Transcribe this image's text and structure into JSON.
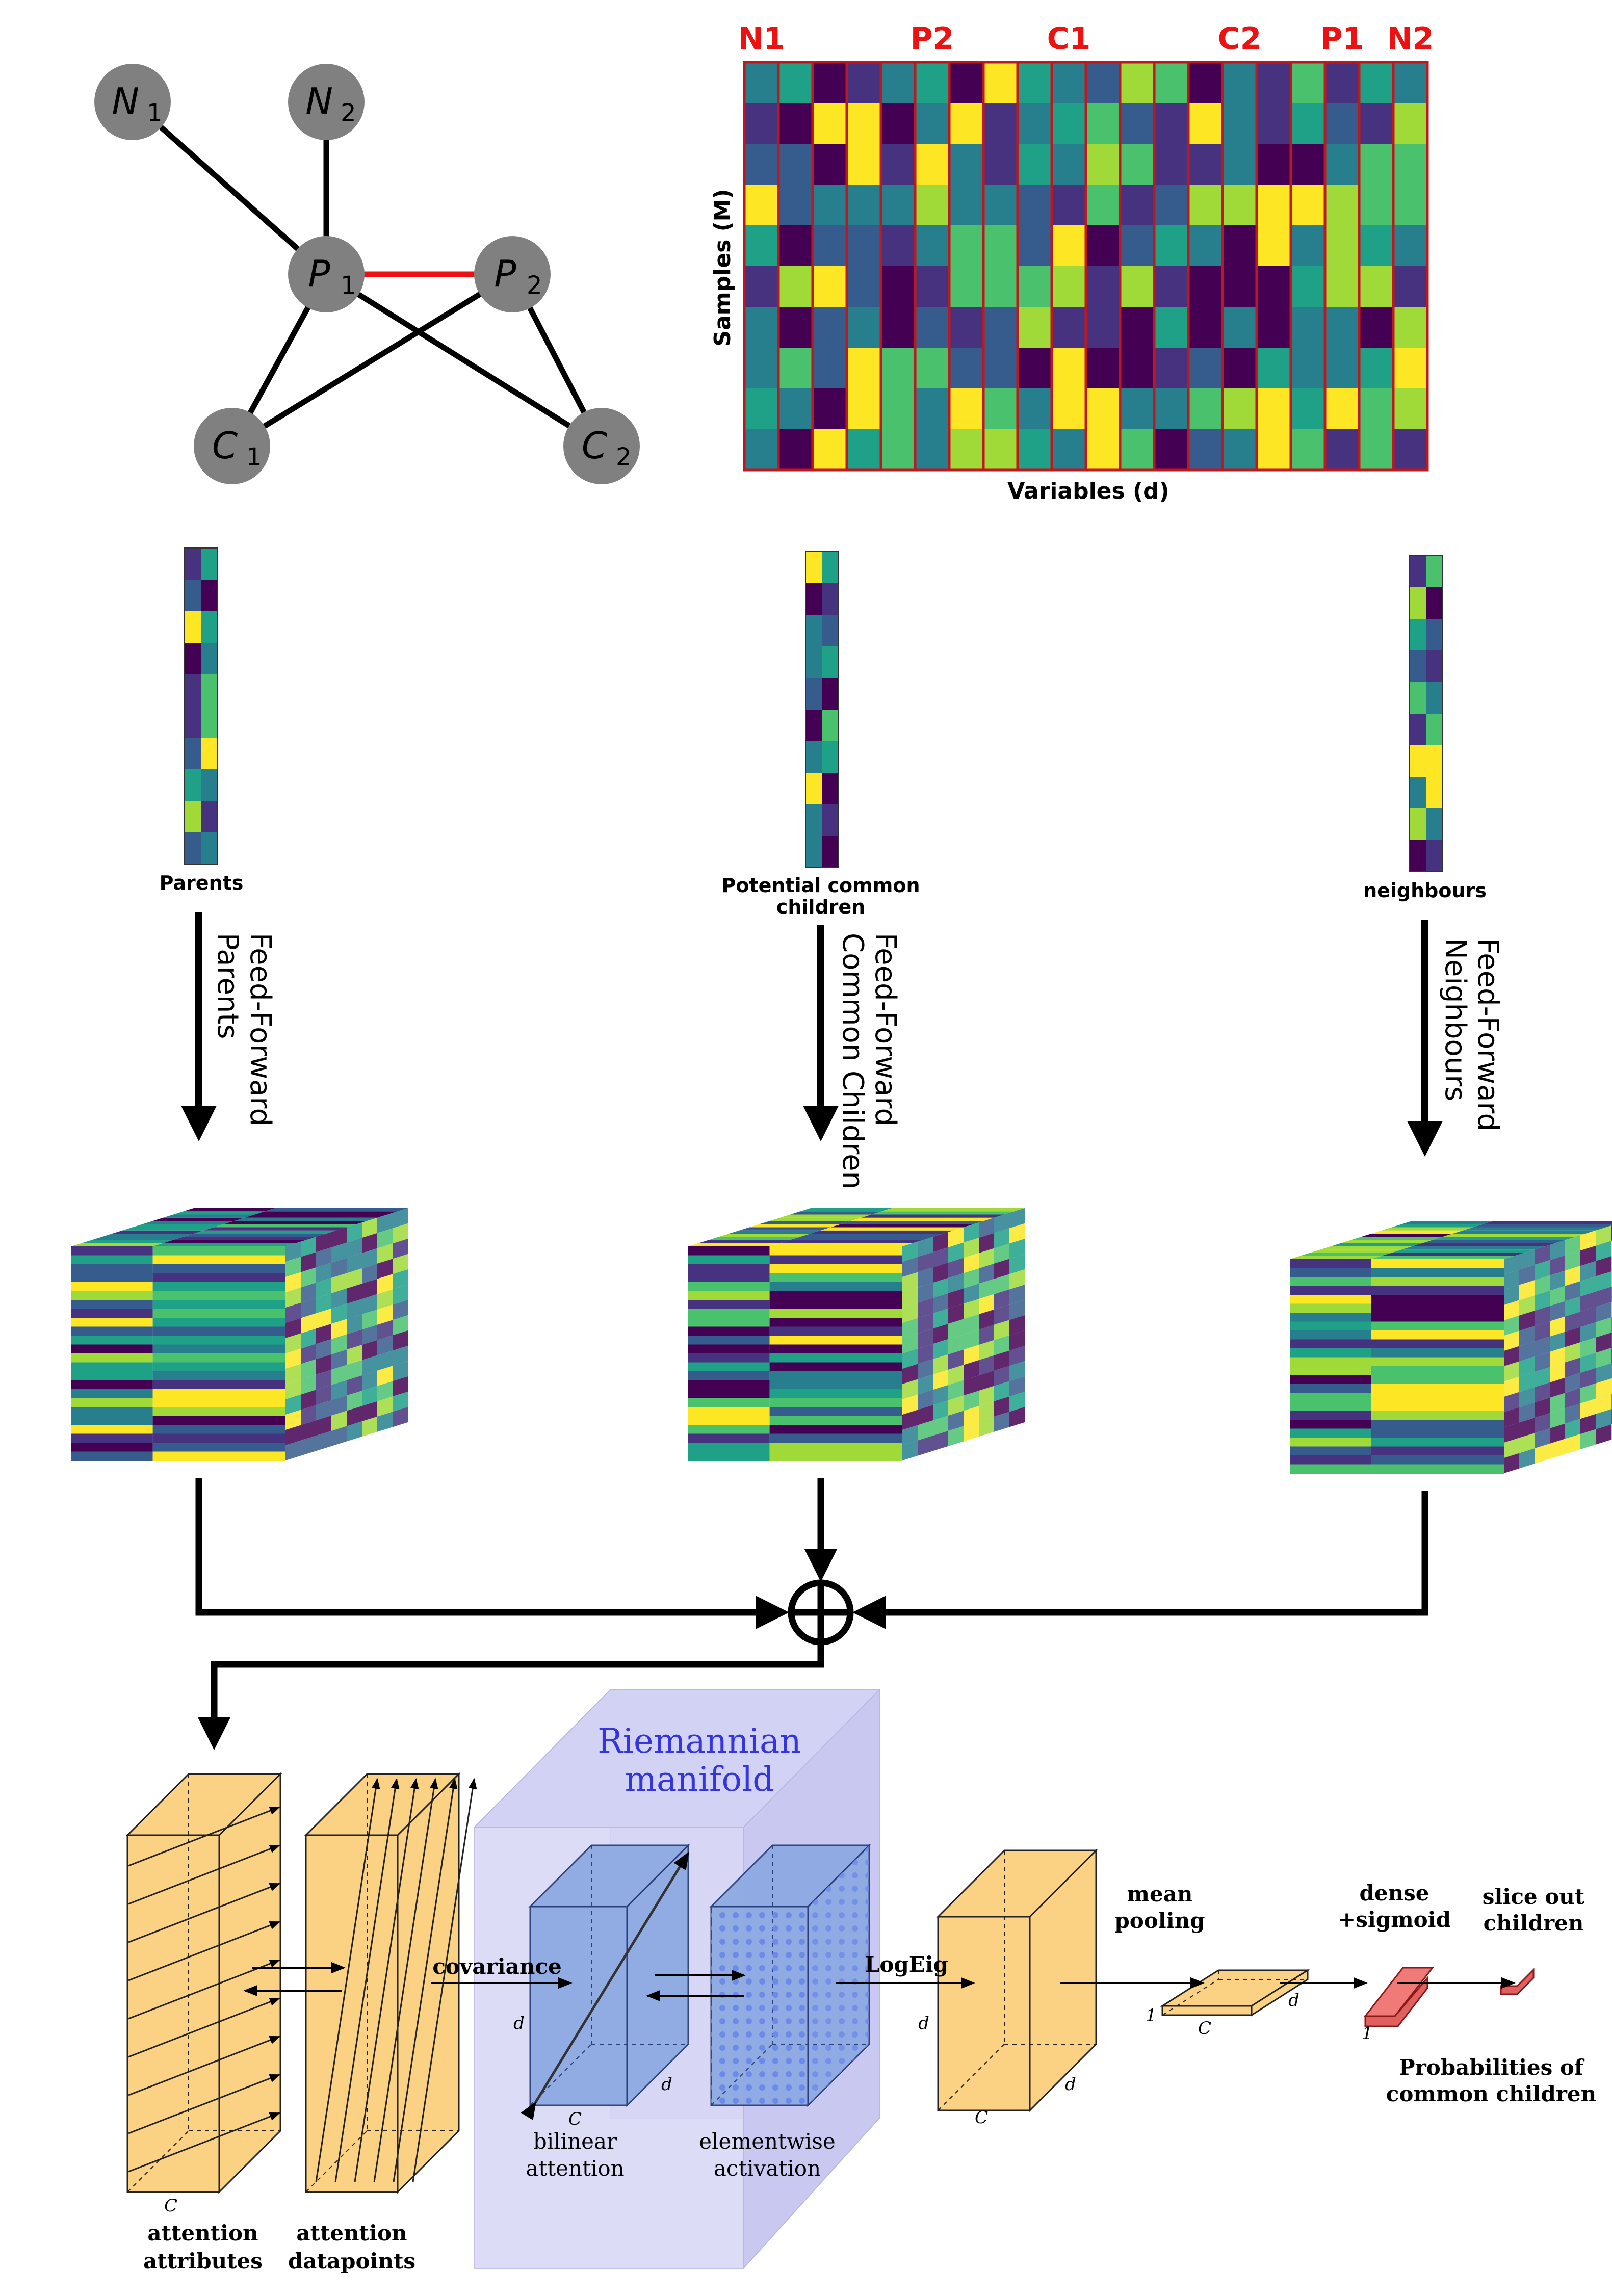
{
  "graph": {
    "nodes": [
      {
        "id": "N1",
        "letter": "N",
        "sub": "1"
      },
      {
        "id": "N2",
        "letter": "N",
        "sub": "2"
      },
      {
        "id": "P1",
        "letter": "P",
        "sub": "1"
      },
      {
        "id": "P2",
        "letter": "P",
        "sub": "2"
      },
      {
        "id": "C1",
        "letter": "C",
        "sub": "1"
      },
      {
        "id": "C2",
        "letter": "C",
        "sub": "2"
      }
    ],
    "edges": [
      {
        "from": "N1",
        "to": "P1",
        "color": "#000000"
      },
      {
        "from": "N2",
        "to": "P1",
        "color": "#000000"
      },
      {
        "from": "P1",
        "to": "P2",
        "color": "#ee1111"
      },
      {
        "from": "P1",
        "to": "C1",
        "color": "#000000"
      },
      {
        "from": "P1",
        "to": "C2",
        "color": "#000000"
      },
      {
        "from": "P2",
        "to": "C1",
        "color": "#000000"
      },
      {
        "from": "P2",
        "to": "C2",
        "color": "#000000"
      }
    ]
  },
  "matrix": {
    "column_labels": [
      "N1",
      "P2",
      "C1",
      "C2",
      "P1",
      "N2"
    ],
    "xlabel": "Variables (d)",
    "ylabel": "Samples (M)"
  },
  "strips": {
    "parents": "Parents",
    "children_line1": "Potential common",
    "children_line2": "children",
    "neighbours": "neighbours"
  },
  "feed_forward": {
    "parents_line1": "Feed-Forward",
    "parents_line2": "Parents",
    "children_line1": "Feed-Forward",
    "children_line2": "Common Children",
    "neighbours_line1": "Feed-Forward",
    "neighbours_line2": "Neighbours"
  },
  "pipeline": {
    "manifold_line1": "Riemannian",
    "manifold_line2": "manifold",
    "covariance": "covariance",
    "logeig": "LogEig",
    "mean_pooling_line1": "mean",
    "mean_pooling_line2": "pooling",
    "dense_line1": "dense",
    "dense_line2": "+sigmoid",
    "slice_line1": "slice out",
    "slice_line2": "children",
    "prob_line1": "Probabilities of",
    "prob_line2": "common children",
    "attn_attr_line1": "attention",
    "attn_attr_line2": "attributes",
    "attn_dp_line1": "attention",
    "attn_dp_line2": "datapoints",
    "bilinear_line1": "bilinear",
    "bilinear_line2": "attention",
    "elementwise_line1": "elementwise",
    "elementwise_line2": "activation",
    "sym_C": "C",
    "sym_d": "d",
    "sym_1": "1"
  },
  "colors": {
    "node_fill": "#808080",
    "highlight_edge": "#ee1111",
    "box_fill": "#fbd283",
    "manifold_fill": "#c9c9f2",
    "tensor_fill": "#8eaae3",
    "dense_fill": "#e0605f",
    "title_blue": "#3535e0"
  }
}
